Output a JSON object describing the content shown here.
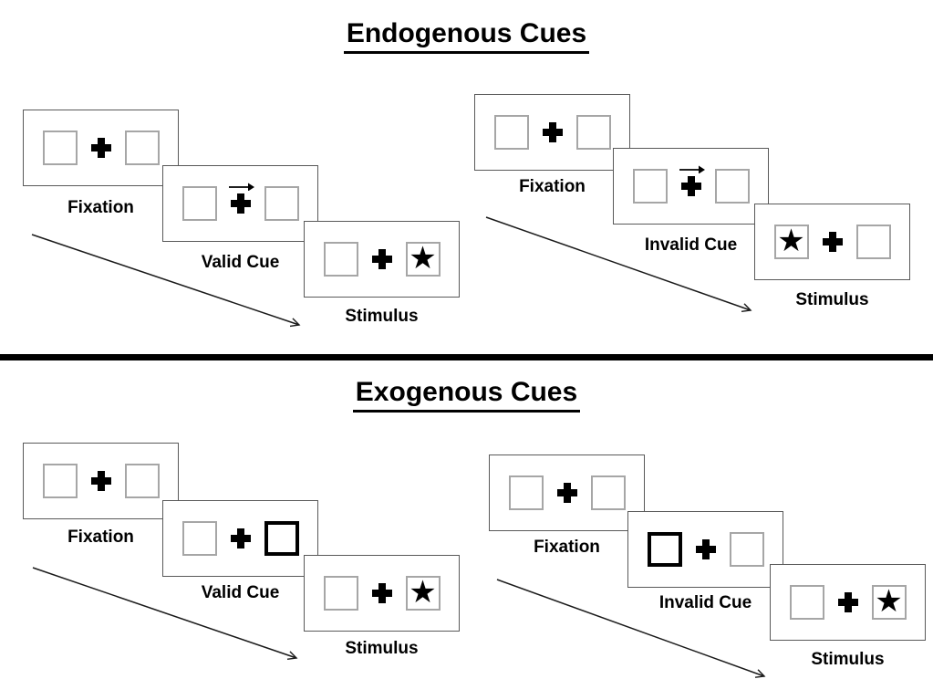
{
  "figure": {
    "divider_color": "#000000",
    "card_border_color": "#595959",
    "box_border_color": "#a6a6a6",
    "bold_box_border_color": "#000000",
    "ink_color": "#000000"
  },
  "glyphs": {
    "star": "★"
  },
  "sections": [
    {
      "title": "Endogenous Cues",
      "cue_style": "central arrow above fixation cross",
      "panels": [
        {
          "name": "valid",
          "steps": [
            {
              "label": "Fixation",
              "type": "fixation"
            },
            {
              "label": "Valid Cue",
              "type": "cue",
              "cue": "arrow",
              "cue_direction": "right"
            },
            {
              "label": "Stimulus",
              "type": "stimulus",
              "target_side": "right"
            }
          ]
        },
        {
          "name": "invalid",
          "steps": [
            {
              "label": "Fixation",
              "type": "fixation"
            },
            {
              "label": "Invalid Cue",
              "type": "cue",
              "cue": "arrow",
              "cue_direction": "right"
            },
            {
              "label": "Stimulus",
              "type": "stimulus",
              "target_side": "left"
            }
          ]
        }
      ]
    },
    {
      "title": "Exogenous Cues",
      "cue_style": "peripheral bold box",
      "panels": [
        {
          "name": "valid",
          "steps": [
            {
              "label": "Fixation",
              "type": "fixation"
            },
            {
              "label": "Valid Cue",
              "type": "cue",
              "cue": "bold-box",
              "cue_side": "right"
            },
            {
              "label": "Stimulus",
              "type": "stimulus",
              "target_side": "right"
            }
          ]
        },
        {
          "name": "invalid",
          "steps": [
            {
              "label": "Fixation",
              "type": "fixation"
            },
            {
              "label": "Invalid Cue",
              "type": "cue",
              "cue": "bold-box",
              "cue_side": "left"
            },
            {
              "label": "Stimulus",
              "type": "stimulus",
              "target_side": "right"
            }
          ]
        }
      ]
    }
  ]
}
